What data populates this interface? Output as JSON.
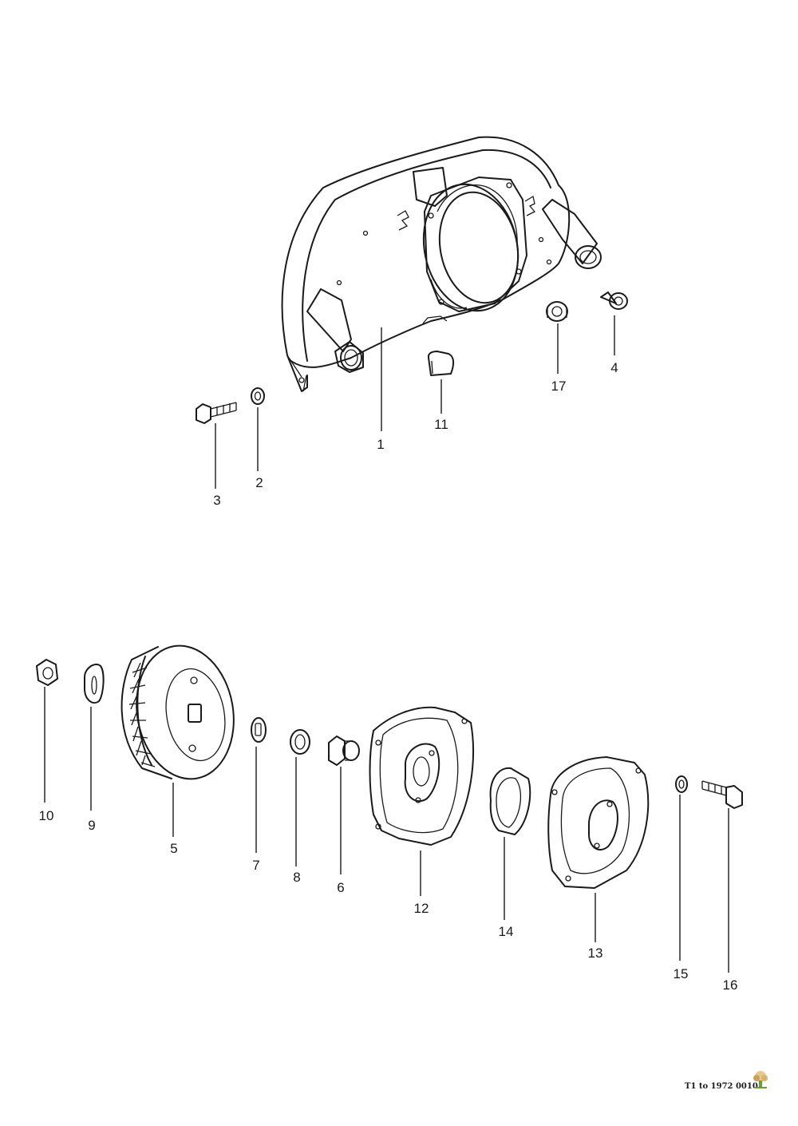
{
  "callouts": [
    {
      "label": "1"
    },
    {
      "label": "2"
    },
    {
      "label": "3"
    },
    {
      "label": "4"
    },
    {
      "label": "5"
    },
    {
      "label": "6"
    },
    {
      "label": "7"
    },
    {
      "label": "8"
    },
    {
      "label": "9"
    },
    {
      "label": "10"
    },
    {
      "label": "11"
    },
    {
      "label": "12"
    },
    {
      "label": "13"
    },
    {
      "label": "14"
    },
    {
      "label": "15"
    },
    {
      "label": "16"
    },
    {
      "label": "17"
    }
  ],
  "footer": {
    "text": "T1 to 1972 0010"
  }
}
